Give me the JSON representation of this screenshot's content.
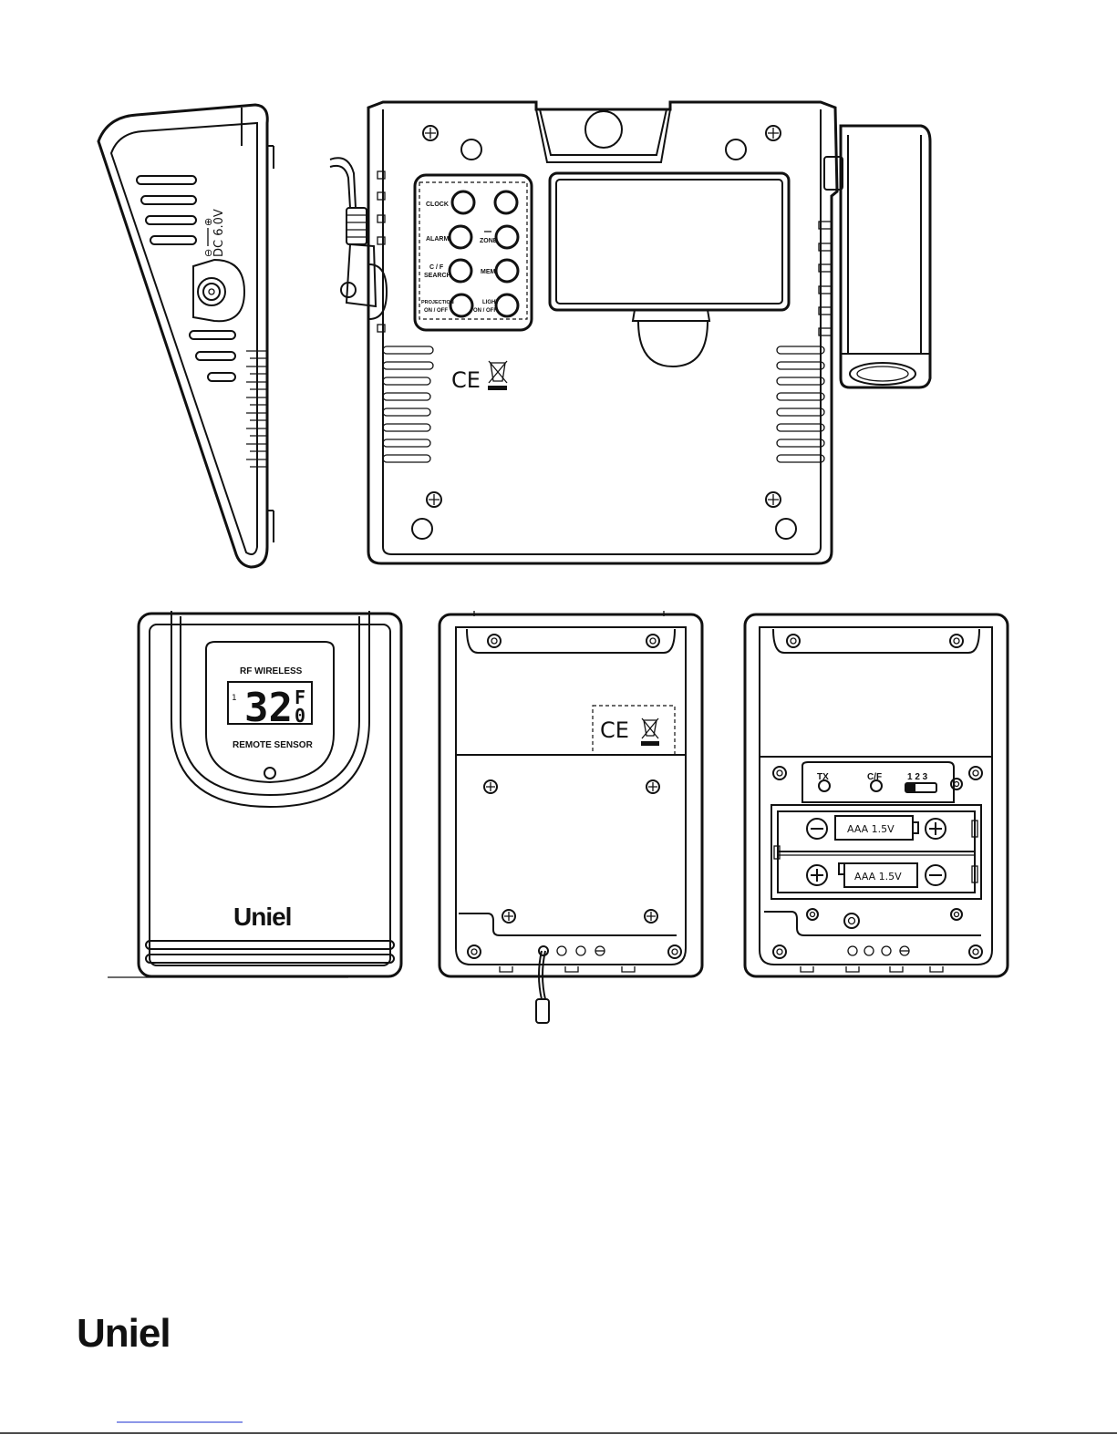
{
  "side_view": {
    "dc_label": "DC 6.0V",
    "polarity_minus": "⊖",
    "polarity_plus": "⊕"
  },
  "main_unit": {
    "buttons": [
      {
        "id": "clock",
        "label": "CLOCK"
      },
      {
        "id": "zone",
        "label": "ZONE"
      },
      {
        "id": "alarm",
        "label": "ALARM"
      },
      {
        "id": "mem",
        "label": "MEM"
      },
      {
        "id": "cf",
        "label": "C / F",
        "sub": "SEARCH"
      },
      {
        "id": "projection",
        "label": "PROJECTION",
        "sub": "ON / OFF"
      },
      {
        "id": "light",
        "label": "LIGHT",
        "sub": "ON / OFF"
      }
    ],
    "cert_mark": "CE"
  },
  "sensor_front": {
    "title": "RF WIRELESS",
    "lcd_value": "32",
    "lcd_unit": "F",
    "lcd_decimal": "0",
    "lcd_channel": "1",
    "subtitle": "REMOTE SENSOR",
    "brand": "Uniel"
  },
  "sensor_back": {
    "cert_mark": "CE"
  },
  "sensor_open": {
    "tx_label": "TX",
    "cf_label": "C/F",
    "channel_label": "1  2  3",
    "battery_1": "AAA  1.5V",
    "battery_2": "AAA  1.5V"
  },
  "footer": {
    "brand": "Uniel"
  }
}
